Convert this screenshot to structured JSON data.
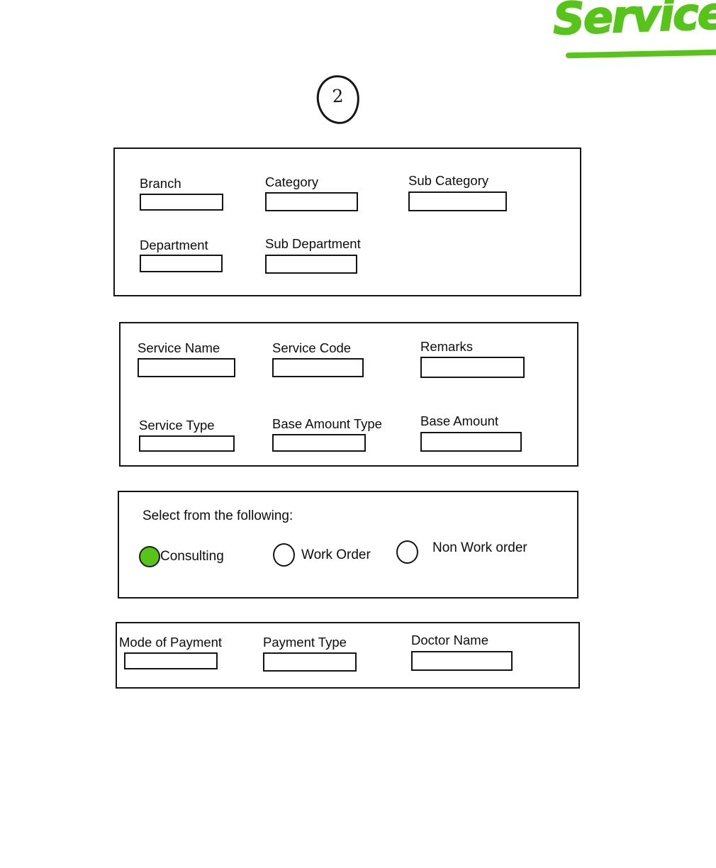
{
  "annotations": {
    "handwritten_title": "Service",
    "page_number": "2"
  },
  "sections": {
    "classification": {
      "fields": [
        {
          "label": "Branch",
          "value": ""
        },
        {
          "label": "Category",
          "value": ""
        },
        {
          "label": "Sub Category",
          "value": ""
        },
        {
          "label": "Department",
          "value": ""
        },
        {
          "label": "Sub Department",
          "value": ""
        }
      ]
    },
    "service": {
      "fields": [
        {
          "label": "Service Name",
          "value": ""
        },
        {
          "label": "Service Code",
          "value": ""
        },
        {
          "label": "Remarks",
          "value": ""
        },
        {
          "label": "Service Type",
          "value": ""
        },
        {
          "label": "Base Amount Type",
          "value": ""
        },
        {
          "label": "Base Amount",
          "value": ""
        }
      ]
    },
    "selection": {
      "prompt": "Select from the following:",
      "options": [
        {
          "label": "Consulting",
          "selected": true
        },
        {
          "label": "Work Order",
          "selected": false
        },
        {
          "label": "Non Work order",
          "selected": false
        }
      ]
    },
    "payment": {
      "fields": [
        {
          "label": "Mode of Payment",
          "value": ""
        },
        {
          "label": "Payment Type",
          "value": ""
        },
        {
          "label": "Doctor Name",
          "value": ""
        }
      ]
    }
  },
  "colors": {
    "accent_green": "#57c41a",
    "outline": "#141414",
    "background": "#ffffff"
  }
}
